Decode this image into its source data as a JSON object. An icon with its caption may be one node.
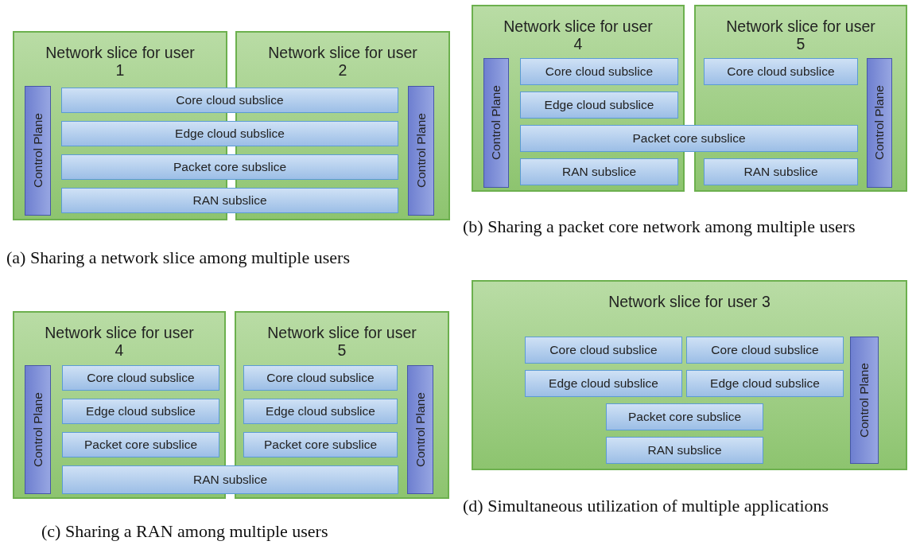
{
  "diagram": {
    "nodes": [
      {
        "text": [
          "Network slice for user 1"
        ]
      },
      {
        "text": [
          "Network slice for user 2"
        ]
      },
      {
        "text": [
          "Control Plane"
        ],
        "in": 0
      },
      {
        "text": [
          "Core cloud subslice"
        ]
      },
      {
        "text": [
          "Edge cloud subslice"
        ]
      },
      {
        "text": [
          "Packet core subslice"
        ]
      },
      {
        "text": [
          "RAN subslice"
        ]
      },
      {
        "text": [
          "Control Plane"
        ],
        "in": 1
      },
      {
        "text": [
          "Network slice for user 4"
        ]
      },
      {
        "text": [
          "Network slice for user 5"
        ]
      },
      {
        "text": [
          "Control Plane"
        ],
        "in": 8
      },
      {
        "text": [
          "Core cloud subslice"
        ],
        "in": 8
      },
      {
        "text": [
          "Core cloud subslice"
        ],
        "in": 9
      },
      {
        "text": [
          "Control Plane"
        ],
        "in": 9
      },
      {
        "text": [
          "Edge cloud subslice"
        ],
        "in": 8
      },
      {
        "text": [
          "Packet core subslice"
        ]
      },
      {
        "text": [
          "RAN subslice"
        ],
        "in": 8
      },
      {
        "text": [
          "RAN subslice"
        ],
        "in": 9
      },
      {
        "text": [
          "Network slice for user 4"
        ]
      },
      {
        "text": [
          "Network slice for user 5"
        ]
      },
      {
        "text": [
          "Control Plane"
        ],
        "in": 18
      },
      {
        "text": [
          "Core cloud subslice"
        ],
        "in": 18
      },
      {
        "text": [
          "Core cloud subslice"
        ],
        "in": 19
      },
      {
        "text": [
          "Control Plane"
        ],
        "in": 19
      },
      {
        "text": [
          "Edge cloud subslice"
        ],
        "in": 18
      },
      {
        "text": [
          "Edge cloud subslice"
        ],
        "in": 19
      },
      {
        "text": [
          "Packet core subslice"
        ],
        "in": 18
      },
      {
        "text": [
          "Packet core subslice"
        ],
        "in": 19
      },
      {
        "text": [
          "RAN subslice"
        ]
      },
      {
        "text": [
          "Network slice for user 3"
        ]
      },
      {
        "text": [
          "Core cloud subslice"
        ],
        "in": 29
      },
      {
        "text": [
          "Core cloud subslice"
        ],
        "in": 29
      },
      {
        "text": [
          "Control Plane"
        ],
        "in": 29
      },
      {
        "text": [
          "Edge cloud subslice"
        ],
        "in": 29
      },
      {
        "text": [
          "Edge cloud subslice"
        ],
        "in": 29
      },
      {
        "text": [
          "Packet core subslice"
        ],
        "in": 29
      },
      {
        "text": [
          "RAN subslice"
        ],
        "in": 29
      }
    ],
    "edges": [],
    "labels": [
      "(b) Sharing a packet core network among multiple users",
      "(a) Sharing a network slice among multiple users",
      "(c) Sharing a RAN among multiple users",
      "(d) Simultaneous utilization of multiple applications"
    ]
  }
}
